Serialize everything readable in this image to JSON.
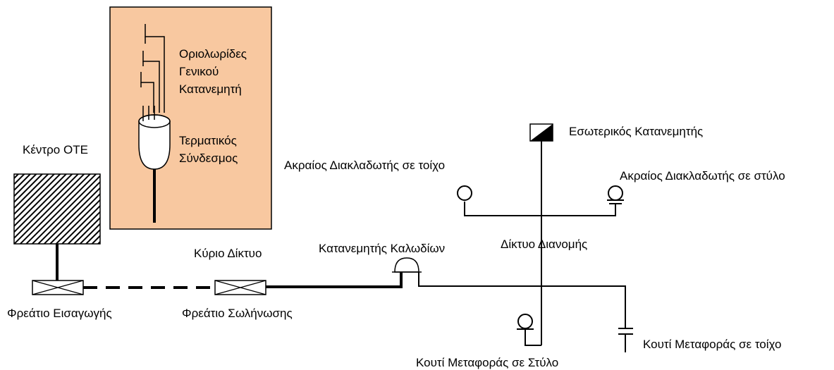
{
  "labels": {
    "center": "Κέντρο ΟΤΕ",
    "entry_manhole": "Φρεάτιο Εισαγωγής",
    "main_network": "Κύριο Δίκτυο",
    "conduit_manhole": "Φρεάτιο Σωλήνωσης",
    "cable_distributor": "Κατανεμητής Καλωδίων",
    "distribution_network": "Δίκτυο Διανομής",
    "internal_distributor": "Εσωτερικός Κατανεμητής",
    "wall_branch": "Ακραίος Διακλαδωτής σε τοίχο",
    "pole_branch": "Ακραίος Διακλαδωτής σε στύλο",
    "pole_transfer_box": "Κουτί Μεταφοράς σε Στύλο",
    "wall_transfer_box": "Κουτί Μεταφοράς σε τοίχο",
    "terminal_strips": [
      "Οριολωρίδες",
      "Γενικού",
      "Κατανεμητή"
    ],
    "terminal_connection": [
      "Τερματικός",
      "Σύνδεσμος"
    ]
  },
  "colors": {
    "inset_fill": "#f8c8a0",
    "ink": "#000000"
  },
  "icons": {
    "center": "hatched-building-icon",
    "manhole": "manhole-cross-icon",
    "distributor": "dome-cabinet-icon",
    "internal_distributor": "half-filled-square-icon",
    "terminal": "cup-terminal-icon"
  }
}
